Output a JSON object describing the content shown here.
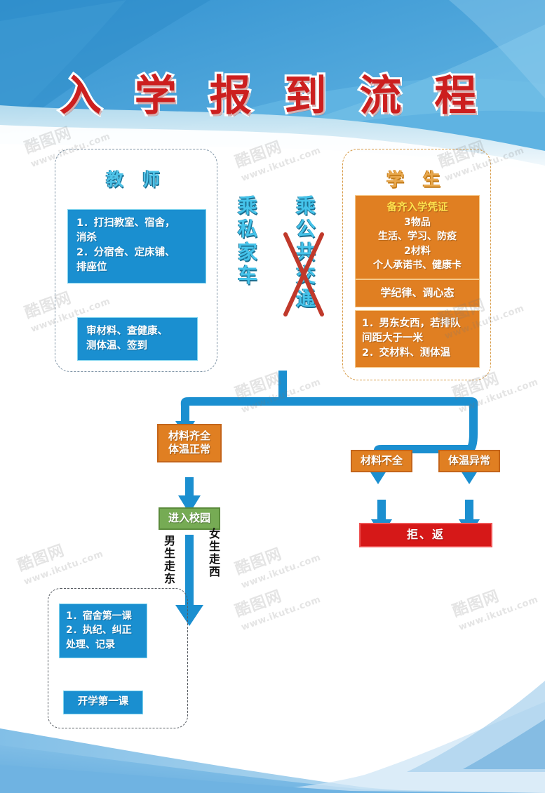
{
  "poster": {
    "title": "入 学 报 到 流 程",
    "colors": {
      "title_red": "#cc1f1f",
      "header_blue": "#4da3dc",
      "box_blue": "#1a8fd0",
      "box_orange": "#e07f22",
      "box_green": "#76ab54",
      "box_red": "#d61818",
      "arrow_blue": "#1b8fd0",
      "highlight_yellow": "#ffe14d"
    }
  },
  "teacher_panel": {
    "heading": "教 师",
    "box1": "1．打扫教室、宿舍，消杀\n2．分宿舍、定床铺、排座位",
    "box1_lines": [
      "1．打扫教室、宿舍，",
      "消杀",
      "2．分宿舍、定床铺、",
      "排座位"
    ],
    "box2_lines": [
      "审材料、查健康、",
      "测体温、签到"
    ]
  },
  "student_panel": {
    "heading": "学 生",
    "box1": {
      "highlight": "备齐入学凭证",
      "lines": [
        "3物品",
        "生活、学习、防疫",
        "2材料",
        "个人承诺书、健康卡"
      ]
    },
    "box2": "学纪律、调心态",
    "box3_lines": [
      "1．男东女西，若排队",
      "间距大于一米",
      "2．交材料、测体温"
    ]
  },
  "transport": {
    "private": "乘私家车",
    "public": "乘公共交通",
    "public_crossed": true
  },
  "flow": {
    "node_ok_lines": [
      "材料齐全",
      "体温正常"
    ],
    "node_enter": "进入校园",
    "node_missing_docs": "材料不全",
    "node_abnormal_temp": "体温异常",
    "node_reject": "拒、返"
  },
  "direction_labels": {
    "boys": "男生走东",
    "girls": "女生走西"
  },
  "bottom_panel": {
    "box1_lines": [
      "1．宿舍第一课",
      "2．执纪、纠正",
      "处理、记录"
    ],
    "box2": "开学第一课"
  },
  "watermarks": {
    "cn": "酷图网",
    "url": "www.ikutu.com"
  }
}
